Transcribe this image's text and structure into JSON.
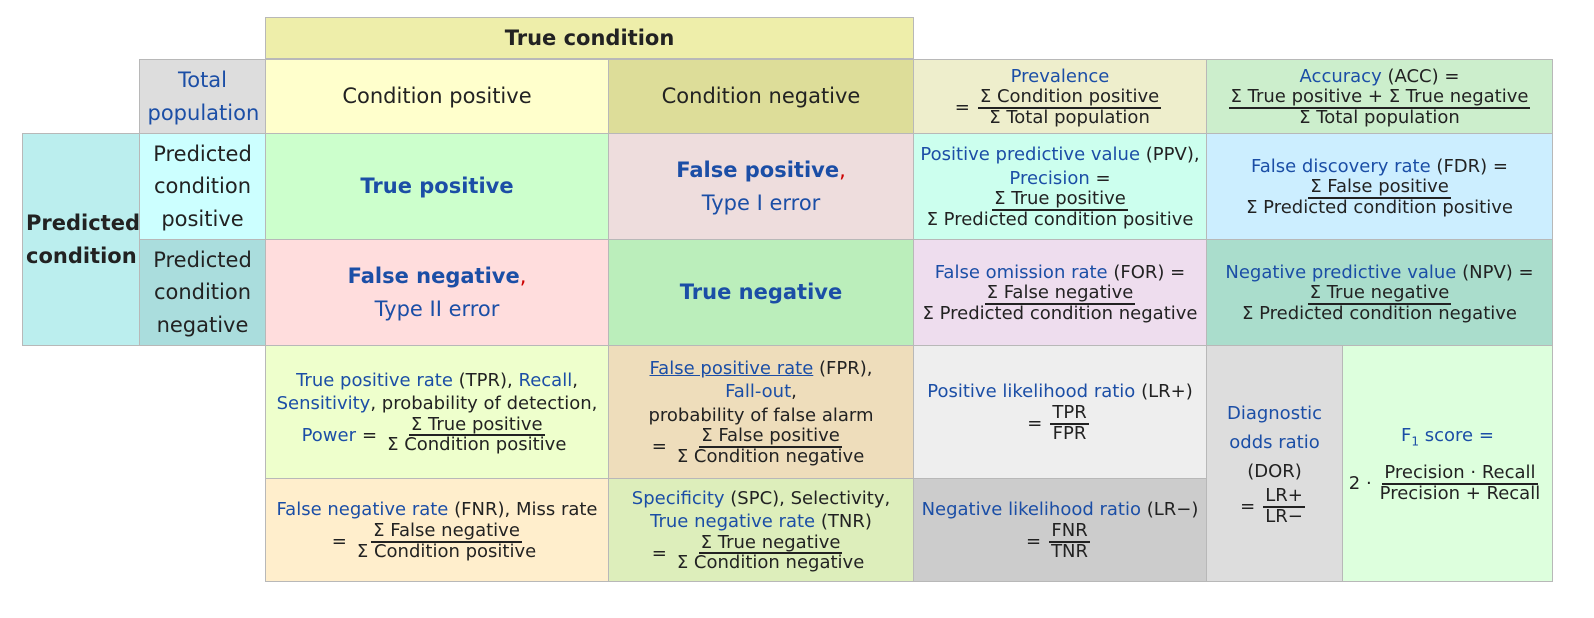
{
  "header": {
    "true_condition": "True condition",
    "total_population": "Total population",
    "condition_positive": "Condition positive",
    "condition_negative": "Condition negative",
    "predicted_condition": "Predicted condition",
    "predicted_condition_positive": "Predicted condition positive",
    "predicted_condition_negative": "Predicted condition negative"
  },
  "prevalence": {
    "label": "Prevalence",
    "num": "Σ Condition positive",
    "den": "Σ Total population"
  },
  "accuracy": {
    "label": "Accuracy",
    "abbr": "(ACC) =",
    "num": "Σ True positive + Σ True negative",
    "den": "Σ Total population"
  },
  "matrix": {
    "true_positive": "True positive",
    "false_positive": "False positive",
    "type1": "Type I error",
    "false_negative": "False negative",
    "type2": "Type II error",
    "true_negative": "True negative"
  },
  "ppv": {
    "label": "Positive predictive value",
    "abbr": "(PPV),",
    "label2": "Precision",
    "eq": "=",
    "num": "Σ True positive",
    "den": "Σ Predicted condition positive"
  },
  "fdr": {
    "label": "False discovery rate",
    "abbr": "(FDR) =",
    "num": "Σ False positive",
    "den": "Σ Predicted condition positive"
  },
  "for": {
    "label": "False omission rate",
    "abbr": "(FOR) =",
    "num": "Σ False negative",
    "den": "Σ Predicted condition negative"
  },
  "npv": {
    "label": "Negative predictive value",
    "abbr": "(NPV) =",
    "num": "Σ True negative",
    "den": "Σ Predicted condition negative"
  },
  "tpr": {
    "label": "True positive rate",
    "abbr": "(TPR),",
    "recall": "Recall",
    "sensitivity": "Sensitivity",
    "rest": ", probability of detection,",
    "power": "Power",
    "num": "Σ True positive",
    "den": "Σ Condition positive"
  },
  "fpr": {
    "label": "False positive rate",
    "abbr": "(FPR),",
    "fallout": "Fall-out",
    "rest": "probability of false alarm",
    "num": "Σ False positive",
    "den": "Σ Condition negative"
  },
  "lrplus": {
    "label": "Positive likelihood ratio",
    "abbr": "(LR+)",
    "num": "TPR",
    "den": "FPR"
  },
  "dor": {
    "label1": "Diagnostic",
    "label2": "odds ratio",
    "abbr": "(DOR)",
    "num": "LR+",
    "den": "LR−"
  },
  "f1": {
    "label": "F",
    "sub": "1",
    "label_rest": " score =",
    "prefix": "2 ·",
    "num": "Precision · Recall",
    "den": "Precision + Recall"
  },
  "fnr": {
    "label": "False negative rate",
    "abbr": "(FNR), Miss rate",
    "num": "Σ False negative",
    "den": "Σ Condition positive"
  },
  "spc": {
    "label": "Specificity",
    "abbr": "(SPC), Selectivity,",
    "label2": "True negative rate",
    "abbr2": "(TNR)",
    "num": "Σ True negative",
    "den": "Σ Condition negative"
  },
  "lrminus": {
    "label": "Negative likelihood ratio",
    "abbr": "(LR−)",
    "num": "FNR",
    "den": "TNR"
  },
  "symbols": {
    "eq": "=",
    "comma": ","
  },
  "colors": {
    "true_condition": "#eeeeaa",
    "total_population": "#dddddd",
    "condition_positive": "#ffffcc",
    "condition_negative": "#dddd99",
    "predicted_condition": "#bbeeee",
    "predicted_positive": "#ccffff",
    "predicted_negative": "#aadddd",
    "true_positive": "#ccffcc",
    "false_positive": "#eedddd",
    "false_negative": "#ffdddd",
    "true_negative": "#bbeebb",
    "link_blue": "#1b4ea6"
  }
}
